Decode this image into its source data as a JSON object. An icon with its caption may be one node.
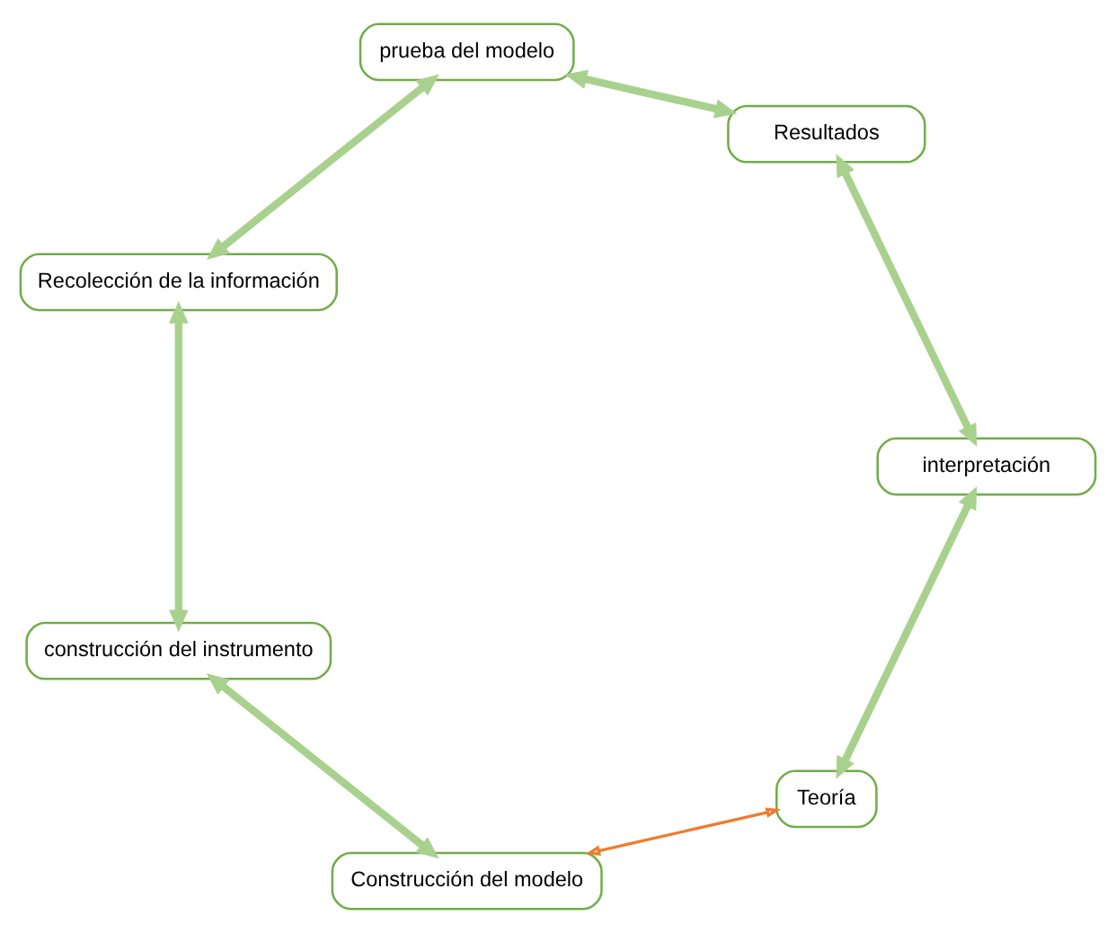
{
  "diagram": {
    "nodes": [
      {
        "text": [
          "Teoría"
        ]
      },
      {
        "text": [
          "Construcción del modelo"
        ]
      },
      {
        "text": [
          "construcción del instrumento"
        ]
      },
      {
        "text": [
          "Recolección de la información"
        ]
      },
      {
        "text": [
          "prueba del modelo"
        ]
      },
      {
        "text": [
          "Resultados"
        ]
      },
      {
        "text": [
          "interpretación"
        ]
      }
    ],
    "edges": [
      {
        "from": 0,
        "to": 1,
        "arrow": "both",
        "color": "#ed7d31"
      },
      {
        "from": 1,
        "to": 2,
        "arrow": "both"
      },
      {
        "from": 2,
        "to": 3,
        "arrow": "both"
      },
      {
        "from": 3,
        "to": 4,
        "arrow": "both"
      },
      {
        "from": 4,
        "to": 5,
        "arrow": "both"
      },
      {
        "from": 5,
        "to": 6,
        "arrow": "both"
      },
      {
        "from": 6,
        "to": 0,
        "arrow": "both"
      }
    ]
  }
}
